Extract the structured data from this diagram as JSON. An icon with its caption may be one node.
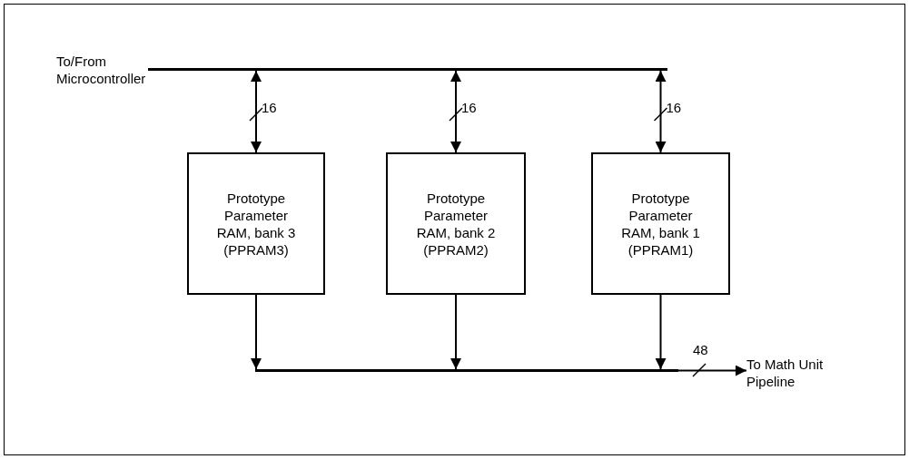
{
  "diagram": {
    "nodes": [
      {
        "text": [],
        "shape": "bar",
        "beside": [
          "To/From Microcontroller"
        ]
      },
      {
        "text": [
          "Prototype Parameter RAM, bank 3 (PPRAM3)"
        ]
      },
      {
        "text": [
          "Prototype Parameter RAM, bank 2 (PPRAM2)"
        ]
      },
      {
        "text": [
          "Prototype Parameter RAM, bank 1 (PPRAM1)"
        ]
      },
      {
        "text": [],
        "shape": "bar"
      },
      {
        "text": [
          "To Math Unit Pipeline"
        ]
      }
    ],
    "edges": [
      {
        "from": 1,
        "to": 0,
        "arrow": "both",
        "label": "16"
      },
      {
        "from": 2,
        "to": 0,
        "arrow": "both",
        "label": "16"
      },
      {
        "from": 3,
        "to": 0,
        "arrow": "both",
        "label": "16"
      },
      {
        "from": 1,
        "to": 4,
        "arrow": "to"
      },
      {
        "from": 2,
        "to": 4,
        "arrow": "to"
      },
      {
        "from": 3,
        "to": 4,
        "arrow": "to"
      },
      {
        "from": 4,
        "to": 5,
        "arrow": "to",
        "label": "48"
      }
    ]
  }
}
